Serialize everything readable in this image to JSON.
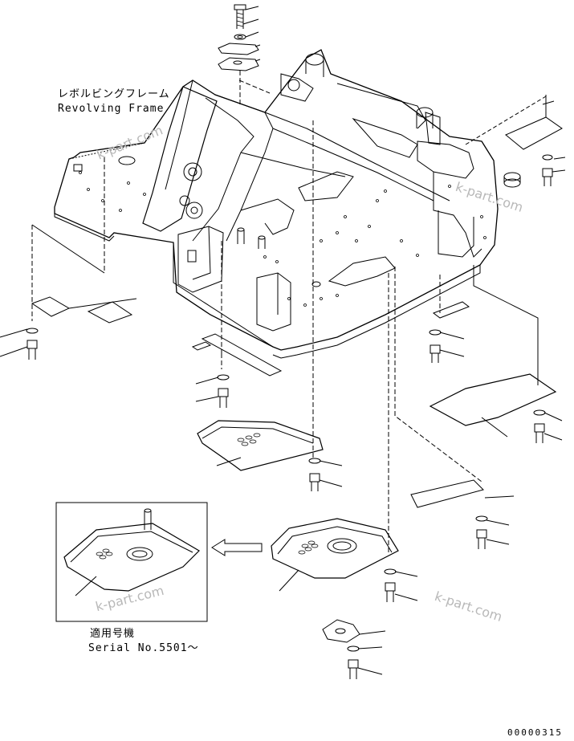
{
  "labels": {
    "revolving_frame_jp": "レボルビングフレーム",
    "revolving_frame_en": "Revolving Frame",
    "applicable_serial_jp": "適用号機",
    "serial_no": "Serial No.5501～"
  },
  "watermark": "k-part.com",
  "diagram_code": "00000315",
  "colors": {
    "line": "#000000",
    "watermark": "#b8b8b8"
  }
}
